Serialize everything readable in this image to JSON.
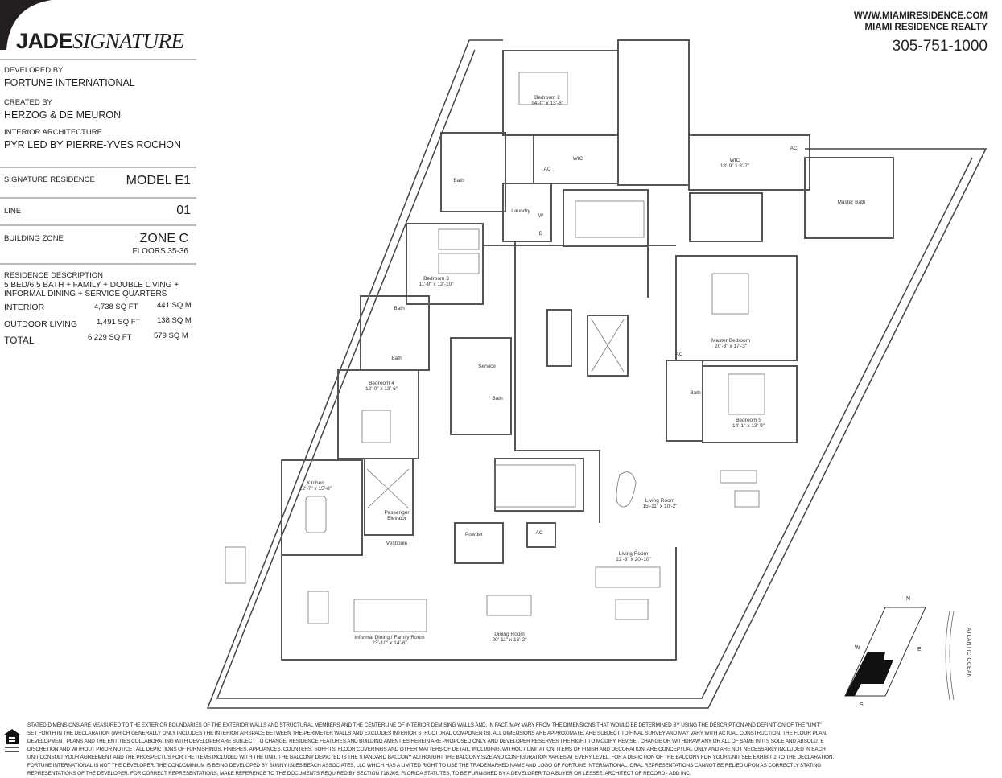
{
  "brand": {
    "logo_bold": "JADE",
    "logo_italic": "SIGNATURE"
  },
  "header": {
    "website": "WWW.MIAMIRESIDENCE.COM",
    "realty": "MIAMI RESIDENCE REALTY",
    "phone": "305-751-1000"
  },
  "info": {
    "developed_by_label": "DEVELOPED BY",
    "developed_by": "FORTUNE INTERNATIONAL",
    "created_by_label": "CREATED BY",
    "created_by": "HERZOG & DE MEURON",
    "interior_label": "INTERIOR ARCHITECTURE",
    "interior": "PYR LED BY PIERRE-YVES ROCHON",
    "residence_label": "SIGNATURE RESIDENCE",
    "residence": "MODEL E1",
    "line_label": "LINE",
    "line": "01",
    "zone_label": "BUILDING ZONE",
    "zone": "ZONE C",
    "floors": "FLOORS  35-36",
    "desc_label": "RESIDENCE DESCRIPTION",
    "desc_line1": "5 BED/6.5 BATH + FAMILY + DOUBLE LIVING +",
    "desc_line2": "INFORMAL DINING + SERVICE  QUARTERS",
    "areas": [
      {
        "label": "INTERIOR",
        "sqft": "4,738 SQ FT",
        "sqm": "441 SQ M"
      },
      {
        "label": "OUTDOOR LIVING",
        "sqft": "1,491 SQ FT",
        "sqm": "138 SQ M"
      },
      {
        "label": "TOTAL",
        "sqft": "6,229 SQ FT",
        "sqm": "579 SQ M"
      }
    ]
  },
  "rooms": [
    {
      "name": "Bedroom 2",
      "dim": "14'-0\" x 13'-6\""
    },
    {
      "name": "WIC",
      "dim": ""
    },
    {
      "name": "AC",
      "dim": ""
    },
    {
      "name": "WIC",
      "dim": "18'-9\" x 8'-7\""
    },
    {
      "name": "AC",
      "dim": ""
    },
    {
      "name": "Master Bath",
      "dim": ""
    },
    {
      "name": "Bath",
      "dim": ""
    },
    {
      "name": "Laundry",
      "dim": ""
    },
    {
      "name": "W",
      "dim": ""
    },
    {
      "name": "D",
      "dim": ""
    },
    {
      "name": "Bedroom 3",
      "dim": "11'-9\" x 12'-10\""
    },
    {
      "name": "Bath",
      "dim": ""
    },
    {
      "name": "Bath",
      "dim": ""
    },
    {
      "name": "Service",
      "dim": ""
    },
    {
      "name": "Bath",
      "dim": ""
    },
    {
      "name": "Bedroom 4",
      "dim": "12'-0\" x 13'-6\""
    },
    {
      "name": "Master Bedroom",
      "dim": "20'-3\" x 17'-3\""
    },
    {
      "name": "AC",
      "dim": ""
    },
    {
      "name": "Bath",
      "dim": ""
    },
    {
      "name": "Bedroom 5",
      "dim": "14'-1\" x 13'-9\""
    },
    {
      "name": "Kitchen",
      "dim": "12'-7\" x 15'-8\""
    },
    {
      "name": "Passenger",
      "dim": "Elevator"
    },
    {
      "name": "Vestibule",
      "dim": ""
    },
    {
      "name": "Powder",
      "dim": ""
    },
    {
      "name": "AC",
      "dim": ""
    },
    {
      "name": "Living Room",
      "dim": "15'-11\" x 10'-2\""
    },
    {
      "name": "Living Room",
      "dim": "22'-3\" x 20'-10\""
    },
    {
      "name": "Informal Dining / Family Room",
      "dim": "23'-10\" x 14'-6\""
    },
    {
      "name": "Dining Room",
      "dim": "20'-11\" x 16'-2\""
    }
  ],
  "compass": {
    "n": "N",
    "s": "S",
    "e": "E",
    "w": "W",
    "ocean": "ATLANTIC OCEAN"
  },
  "disclaimer": [
    "STATED DIMENSIONS ARE MEASURED TO THE EXTERIOR BOUNDARIES OF THE EXTERIOR WALLS AND STRUCTURAL MEMBERS AND THE CENTERLINE OF INTERIOR DEMISING WALLS AND, IN FACT, MAY VARY FROM THE DIMENSIONS THAT WOULD BE DETERMINED BY USING THE DESCRIPTION AND DEFINITION OF THE \"UNIT\"",
    "SET FORTH IN THE DECLARATION (WHICH GENERALLY ONLY INCLUDES THE INTERIOR AIRSPACE BETWEEN THE PERIMETER WALLS AND EXCLUDES INTERIOR STRUCTURAL COMPONENTS). ALL DIMENSIONS ARE APPROXIMATE, ARE SUBJECT TO FINAL SURVEY AND MAY VARY WITH ACTUAL CONSTRUCTION. THE FLOOR PLAN,",
    "DEVELOPMENT PLANS AND THE ENTITIES COLLABORATING WITH DEVELOPER ARE SUBJECT TO CHANGE. RESIDENCE FEATURES AND BUILDING AMENTIES HEREIN ARE PROPOSED ONLY, AND DEVELOPER RESERVES THE RIGHT TO MODIFY, REVISE , CHANGE OR WITHDRAW ANY OR ALL OF SAME IN ITS SOLE AND ABSOLUTE",
    "DISCRETION AND WITHOUT PRIOR NOTICE . ALL DEPICTIONS OF FURNISHINGS, FINISHES, APPLIANCES, COUNTERS, SOFFITS, FLOOR COVERINGS AND OTHER MATTERS OF DETAIL, INCLUDING, WITHOUT LIMITATION, ITEMS OF FINISH AND DECORATION, ARE CONCEPTUAL ONLY AND ARE NOT NECESSARLY INCLUDED IN EACH",
    "UNIT.CONSULT YOUR AGREEMENT AND THE PROSPECTUS FOR THE ITEMS INCLUDED WITH THE UNIT. THE BALCONY DEPICTED IS THE STANDARD BALCONY ALTHOUGHT THE BALCONY SIZE AND CONFIGURATION VARIES AT EVERY LEVEL. FOR A DEPICTION OF THE BALCONY FOR YOUR UNIT SEE EXHIBIT 2 TO THE DECLARATION.",
    "FORTUNE INTERNATIONAL IS NOT THE DEVELOPER. THE CONDOMINIUM IS BEING DEVELOPED BY SUNNY ISLES BEACH ASSOCIATES, LLC WHICH HAS A LIMITED RIGHT TO USE THE TRADEMARKED NAME AND LOGO OF FORTUNE INTERNATIONAL. ORAL REPRESENTATIONS CANNOT BE RELIED UPON AS CORRECTLY STATING",
    "REPRESENTATIONS OF THE DEVELOPER. FOR CORRECT REPRESENTATIONS, MAKE REFERENCE TO THE DOCUMENTS REQUIRED BY SECTION 718.305, FLORIDA STATUTES, TO BE FURNISHED BY A DEVELOPER TO A BUYER OR LESSEE. ARCHITECT OF RECORD - ADD INC."
  ]
}
